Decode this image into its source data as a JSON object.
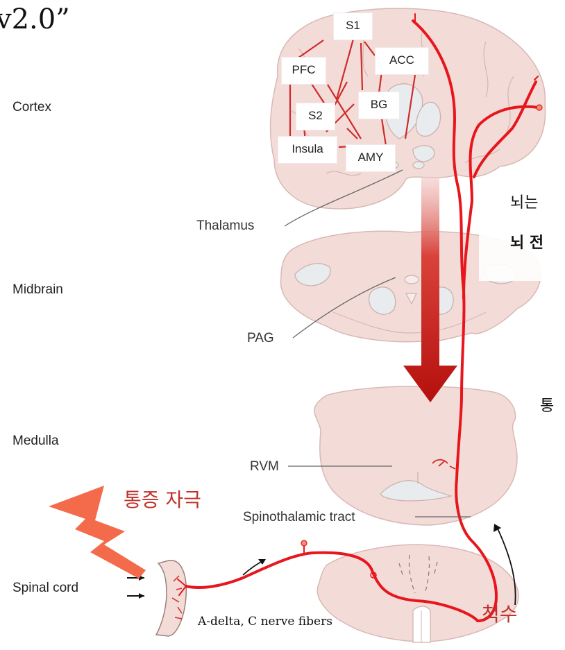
{
  "version_text": "v2.0”",
  "levels": {
    "cortex": "Cortex",
    "midbrain": "Midbrain",
    "medulla": "Medulla",
    "spinal_cord": "Spinal cord"
  },
  "regions": {
    "s1": "S1",
    "acc": "ACC",
    "pfc": "PFC",
    "bg": "BG",
    "s2": "S2",
    "insula": "Insula",
    "amy": "AMY"
  },
  "structures": {
    "thalamus": "Thalamus",
    "pag": "PAG",
    "rvm": "RVM",
    "spinothalamic_tract": "Spinothalamic tract",
    "nerve_fibers": "A-delta, C nerve fibers"
  },
  "annotations": {
    "pain_stimulus": "통증 자극",
    "spinal": "척수",
    "brain_note_1": "뇌는 ",
    "brain_note_2": "뇌 전",
    "pain_note": "통"
  },
  "colors": {
    "pathway": "#e8151d",
    "tissue": "#f3dcd8",
    "tissue_stroke": "#d8b8b3",
    "ventricle": "#e8ecef",
    "descending_arrow": "#c4110f",
    "bolt": "#f46b4b",
    "label_red": "#c0312b"
  },
  "icons": {
    "lightning": "lightning-bolt-icon",
    "flow_arrow": "flow-arrow-icon",
    "stimulus_arrows": "stimulus-arrow-icon"
  }
}
